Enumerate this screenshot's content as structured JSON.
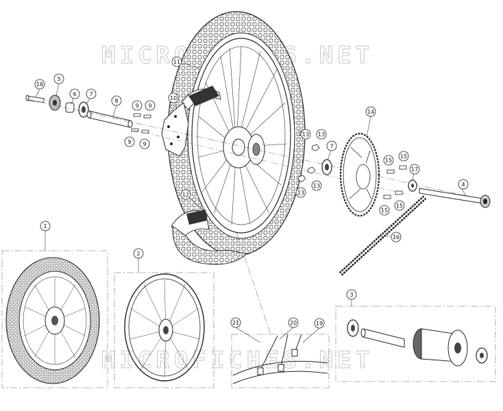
{
  "watermark": "MICROFICHES.NET",
  "callouts": [
    {
      "id": "c1",
      "label": "1"
    },
    {
      "id": "c2",
      "label": "2"
    },
    {
      "id": "c3",
      "label": "3"
    },
    {
      "id": "c4",
      "label": "4"
    },
    {
      "id": "c5",
      "label": "5"
    },
    {
      "id": "c6",
      "label": "6"
    },
    {
      "id": "c7a",
      "label": "7"
    },
    {
      "id": "c7b",
      "label": "7"
    },
    {
      "id": "c8",
      "label": "8"
    },
    {
      "id": "c9a",
      "label": "9"
    },
    {
      "id": "c9b",
      "label": "9"
    },
    {
      "id": "c9c",
      "label": "9"
    },
    {
      "id": "c9d",
      "label": "9"
    },
    {
      "id": "c10",
      "label": "10"
    },
    {
      "id": "c11",
      "label": "11"
    },
    {
      "id": "c12",
      "label": "12"
    },
    {
      "id": "c13a",
      "label": "13"
    },
    {
      "id": "c13b",
      "label": "13"
    },
    {
      "id": "c13c",
      "label": "13"
    },
    {
      "id": "c13d",
      "label": "13"
    },
    {
      "id": "c14",
      "label": "14"
    },
    {
      "id": "c15a",
      "label": "15"
    },
    {
      "id": "c15b",
      "label": "15"
    },
    {
      "id": "c15c",
      "label": "15"
    },
    {
      "id": "c15d",
      "label": "15"
    },
    {
      "id": "c16",
      "label": "16"
    },
    {
      "id": "c17",
      "label": "17"
    },
    {
      "id": "c18",
      "label": "18"
    },
    {
      "id": "c19",
      "label": "19"
    },
    {
      "id": "c20",
      "label": "20"
    },
    {
      "id": "c21",
      "label": "21"
    }
  ]
}
